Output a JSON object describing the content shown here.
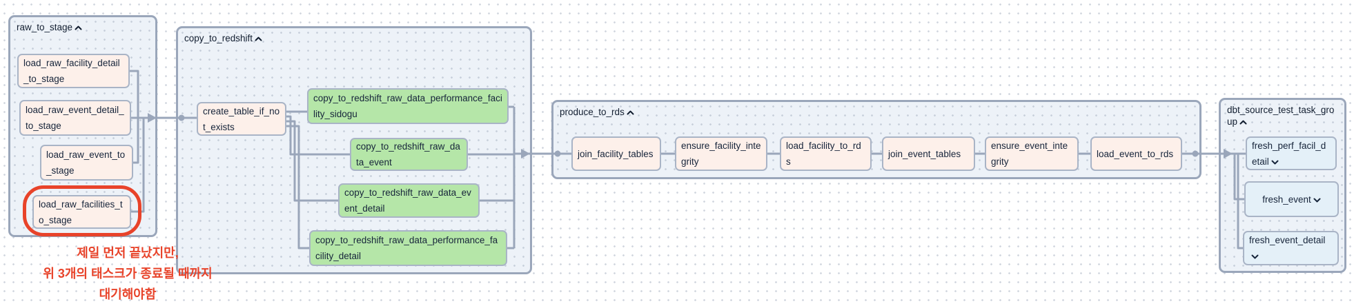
{
  "groups": [
    {
      "title": "raw_to_stage",
      "collapse_icon": "chevron-up",
      "tasks": [
        "load_raw_facility_detail_to_stage",
        "load_raw_event_detail_to_stage",
        "load_raw_event_to_stage",
        "load_raw_facilities_to_stage"
      ]
    },
    {
      "title": "copy_to_redshift",
      "collapse_icon": "chevron-up",
      "tasks": [
        "create_table_if_not_exists",
        "copy_to_redshift_raw_data_performance_facility_sidogu",
        "copy_to_redshift_raw_data_event",
        "copy_to_redshift_raw_data_event_detail",
        "copy_to_redshift_raw_data_performance_facility_detail"
      ]
    },
    {
      "title": "produce_to_rds",
      "collapse_icon": "chevron-up",
      "tasks": [
        "join_facility_tables",
        "ensure_facility_integrity",
        "load_facility_to_rds",
        "join_event_tables",
        "ensure_event_integrity",
        "load_event_to_rds"
      ]
    },
    {
      "title": "dbt_source_test_task_group",
      "collapse_icon": "chevron-up",
      "tasks": [
        "fresh_perf_facil_detail",
        "fresh_event",
        "fresh_event_detail"
      ],
      "task_expand_icon": "chevron-down"
    }
  ],
  "annotation": {
    "line1": "제일 먼저 끝났지만,",
    "line2": "위 3개의 태스크가 종료될 때까지",
    "line3": "대기해야함",
    "highlighted_task": "load_raw_facilities_to_stage"
  },
  "colors": {
    "task_default_bg": "#fdf0ea",
    "task_success_bg": "#b5e6a8",
    "task_info_bg": "#e4f0f8",
    "group_bg": "#edf2f8",
    "border_and_edges": "#9aa6ba",
    "annotation_red": "#e8432a",
    "text": "#16243a"
  },
  "icons": {
    "chevron_up": "⌃",
    "chevron_down": "⌄"
  }
}
